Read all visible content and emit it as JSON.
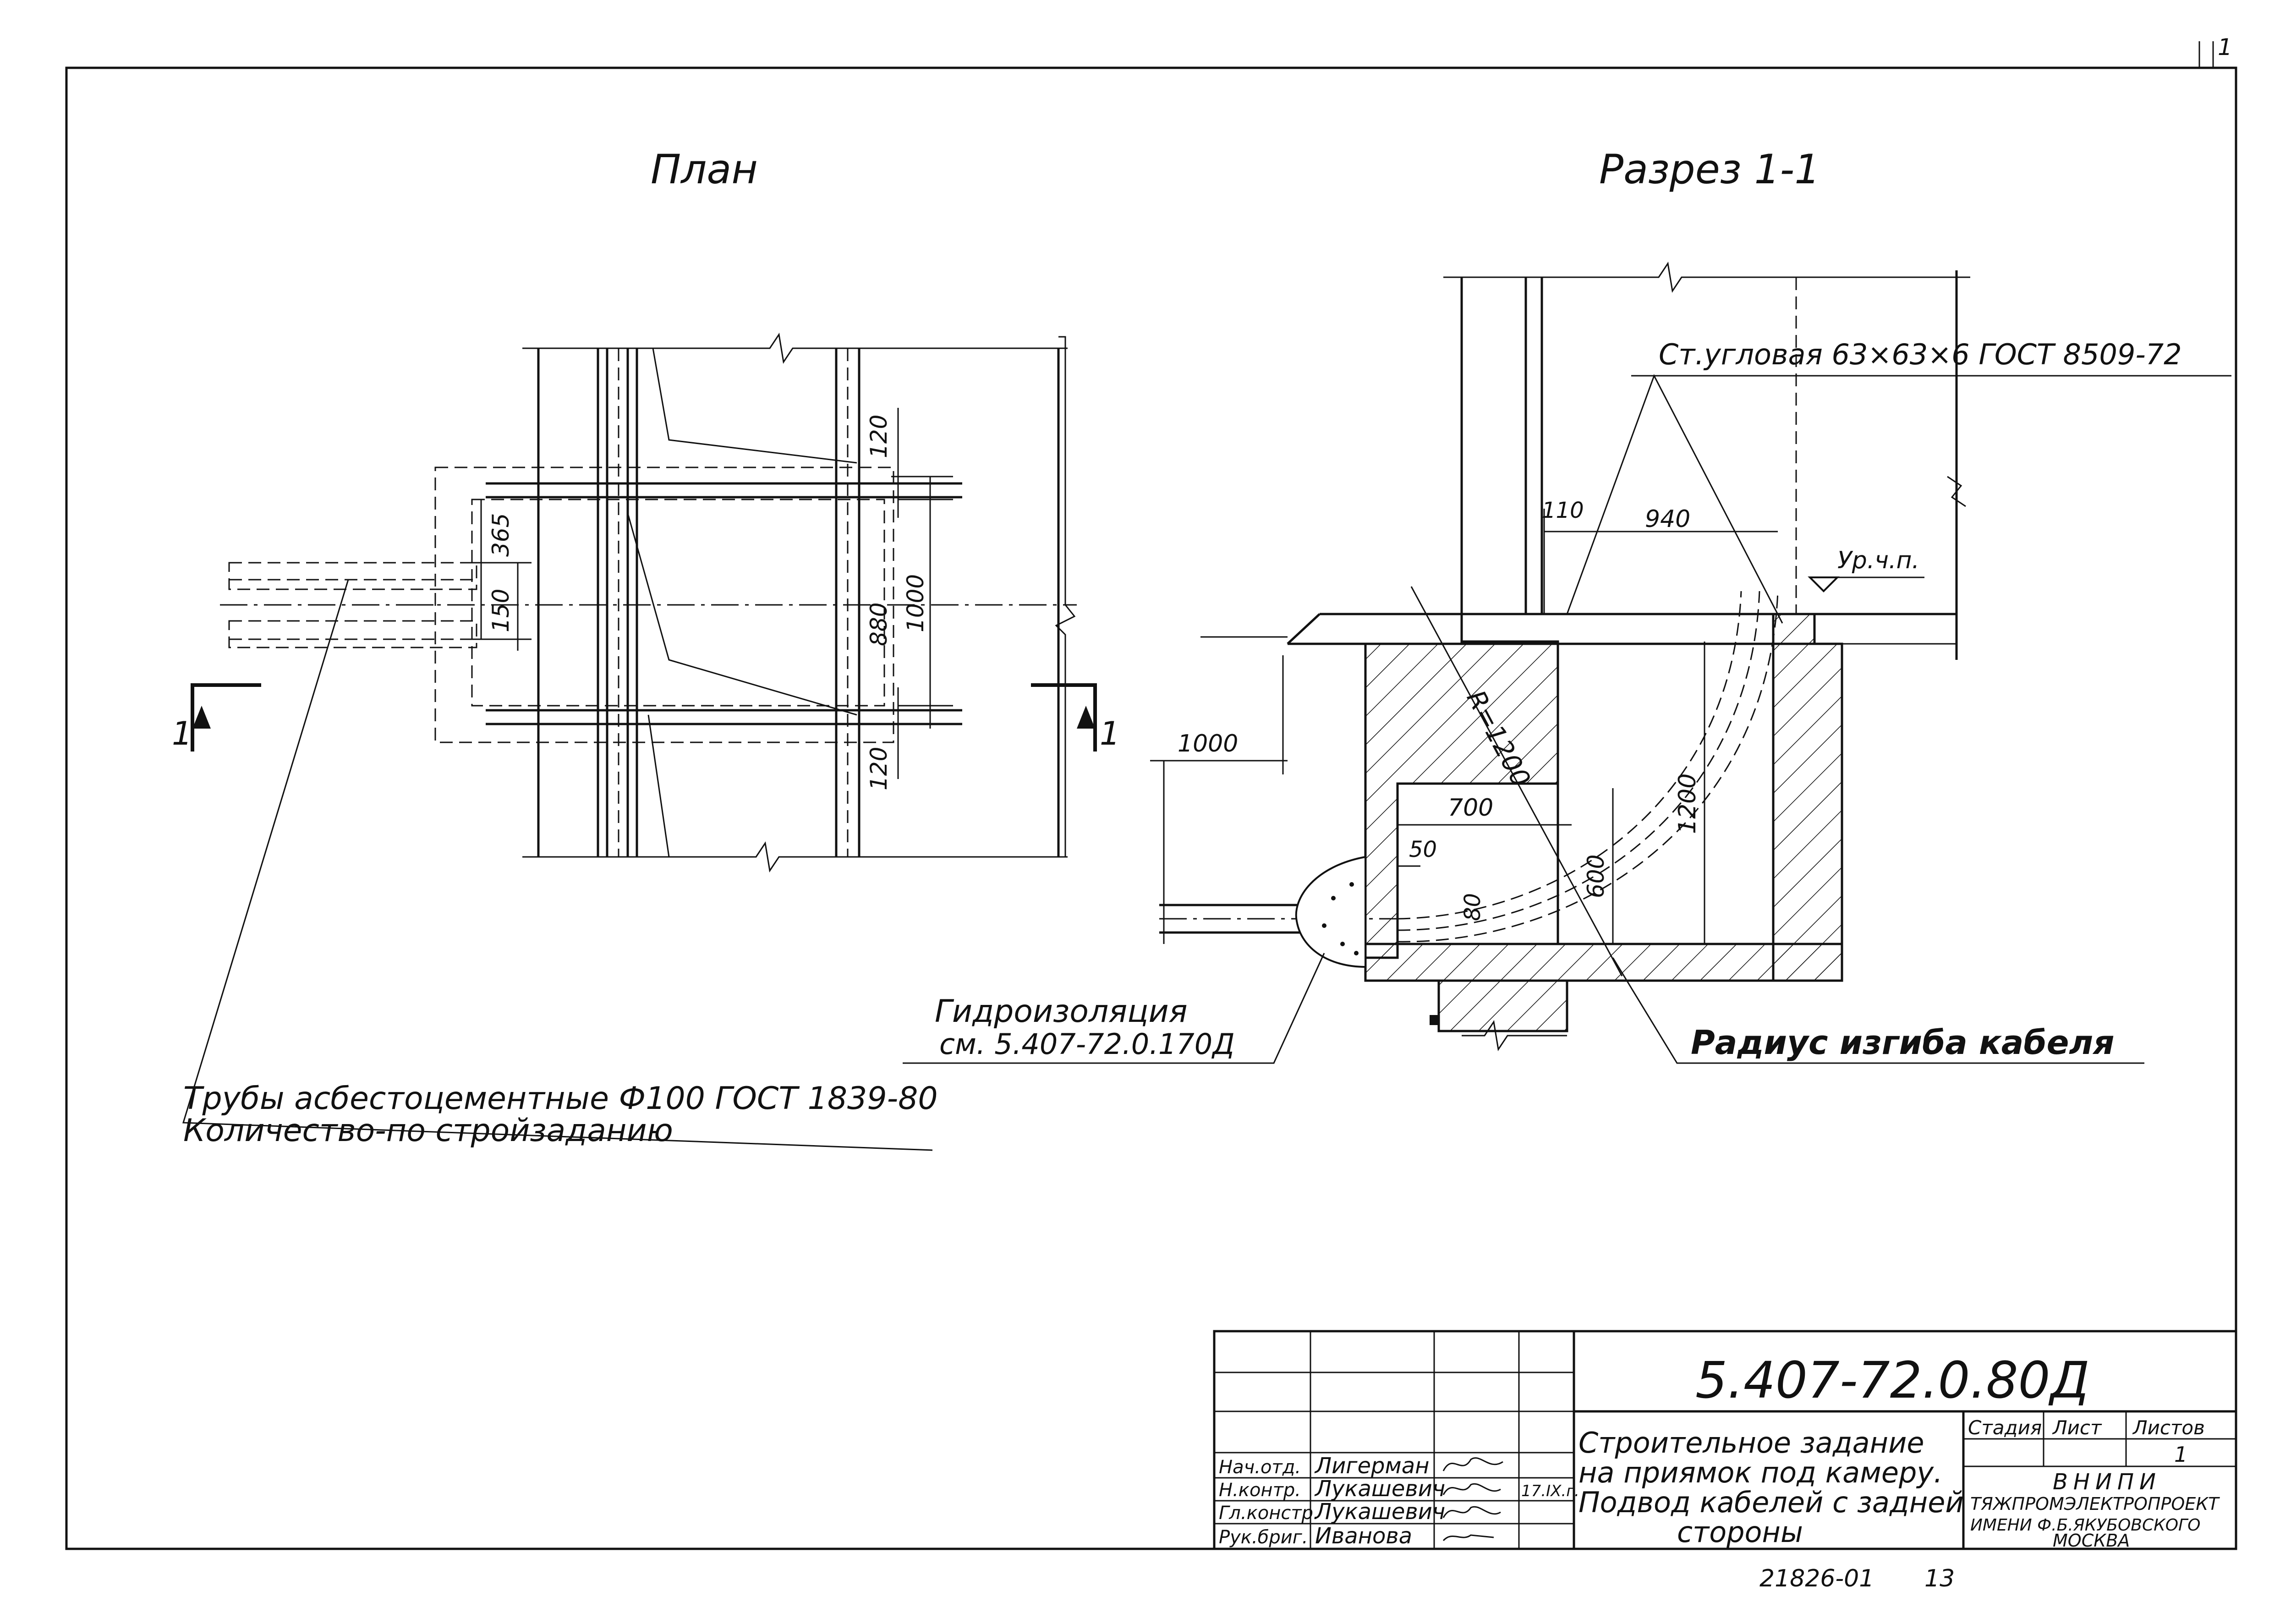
{
  "sheet": {
    "corner_mark": "1"
  },
  "plan": {
    "title": "План",
    "section_mark_left": "1",
    "section_mark_right": "1",
    "dims": {
      "d120_top": "120",
      "d120_bottom": "120",
      "d880": "880",
      "d1000": "1000",
      "d365": "365",
      "d150": "150"
    }
  },
  "section": {
    "title": "Разрез 1-1",
    "angle_note": "Ст.угловая 63×63×6 ГОСТ 8509-72",
    "level_mark": "Ур.ч.п.",
    "dims": {
      "d110": "110",
      "d940": "940",
      "d1000": "1000",
      "d700": "700",
      "d50": "50",
      "d80": "80",
      "d600": "600",
      "d1200": "1200",
      "radius": "R=1200"
    },
    "waterproofing_line1": "Гидроизоляция",
    "waterproofing_line2": "см. 5.407-72.0.170Д",
    "bend_radius_note": "Радиус изгиба кабеля"
  },
  "pipes_note": {
    "line1": "Трубы асбестоцементные Ф100 ГОСТ 1839-80",
    "line2": "Количество-по стройзаданию"
  },
  "title_block": {
    "doc_code": "5.407-72.0.80Д",
    "roles": [
      "Нач.отд.",
      "Н.контр.",
      "Гл.констр.",
      "Рук.бриг."
    ],
    "names": [
      "Лигерман",
      "Лукашевич",
      "Лукашевич",
      "Иванова"
    ],
    "date": "17.IX.г.",
    "title_line1": "Строительное задание",
    "title_line2": "на приямок под камеру.",
    "title_line3": "Подвод кабелей с задней",
    "title_line4": "стороны",
    "stage_label": "Стадия",
    "sheet_label": "Лист",
    "sheets_label": "Листов",
    "sheets_value": "1",
    "org_line1": "ВНИПИ",
    "org_line2": "ТЯЖПРОМЭЛЕКТРОПРОЕКТ",
    "org_line3": "ИМЕНИ Ф.Б.ЯКУБОВСКОГО",
    "org_line4": "МОСКВА",
    "archive_no": "21826-01",
    "archive_page": "13"
  }
}
